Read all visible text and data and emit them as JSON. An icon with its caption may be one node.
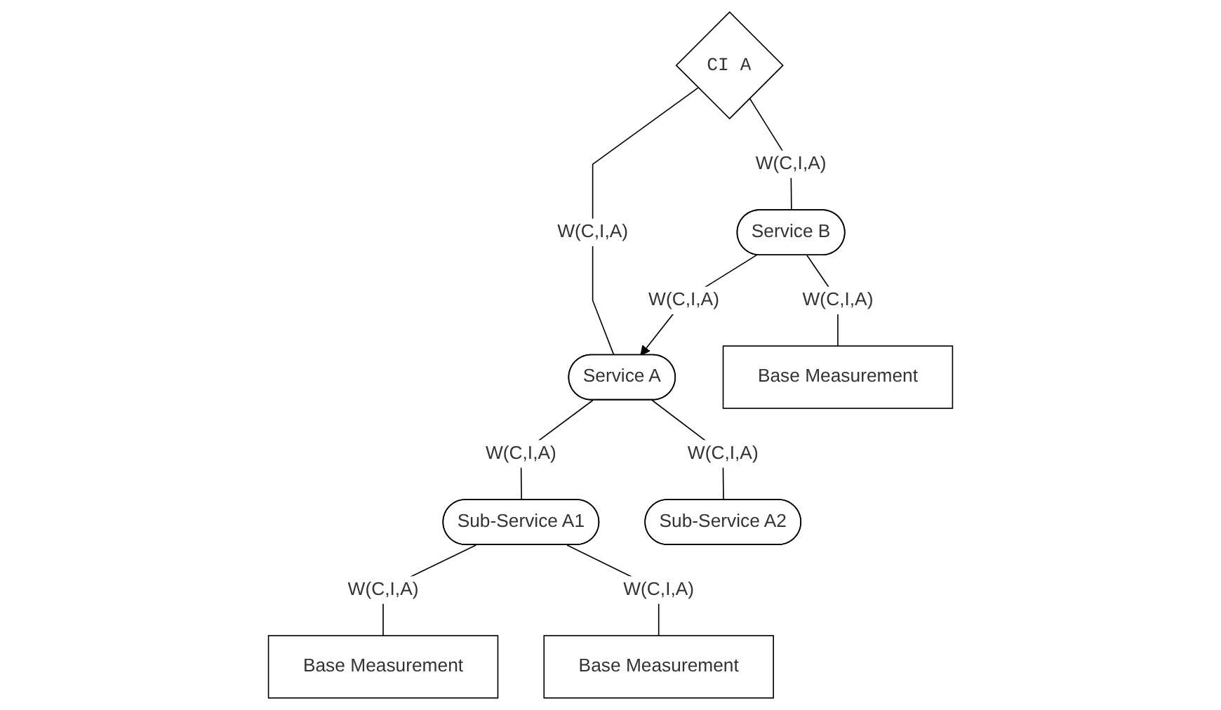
{
  "diagram": {
    "nodes": [
      {
        "text": [
          "CI A"
        ]
      },
      {
        "text": [
          "Service A"
        ]
      },
      {
        "text": [
          "Service B"
        ]
      },
      {
        "text": [
          "Sub-Service A1"
        ]
      },
      {
        "text": [
          "Sub-Service A2"
        ]
      },
      {
        "text": [
          "Base Measurement"
        ]
      },
      {
        "text": [
          "Base Measurement"
        ]
      },
      {
        "text": [
          "Base Measurement"
        ]
      }
    ],
    "edges": [
      {
        "from": 0,
        "to": 1,
        "arrow": "none",
        "label": "W(C,I,A)"
      },
      {
        "from": 0,
        "to": 2,
        "arrow": "none",
        "label": "W(C,I,A)"
      },
      {
        "from": 2,
        "to": 1,
        "arrow": "to",
        "label": "W(C,I,A)"
      },
      {
        "from": 1,
        "to": 3,
        "arrow": "none",
        "label": "W(C,I,A)"
      },
      {
        "from": 1,
        "to": 4,
        "arrow": "none",
        "label": "W(C,I,A)"
      },
      {
        "from": 3,
        "to": 5,
        "arrow": "none",
        "label": "W(C,I,A)"
      },
      {
        "from": 3,
        "to": 6,
        "arrow": "none",
        "label": "W(C,I,A)"
      },
      {
        "from": 2,
        "to": 7,
        "arrow": "none",
        "label": "W(C,I,A)"
      }
    ]
  }
}
